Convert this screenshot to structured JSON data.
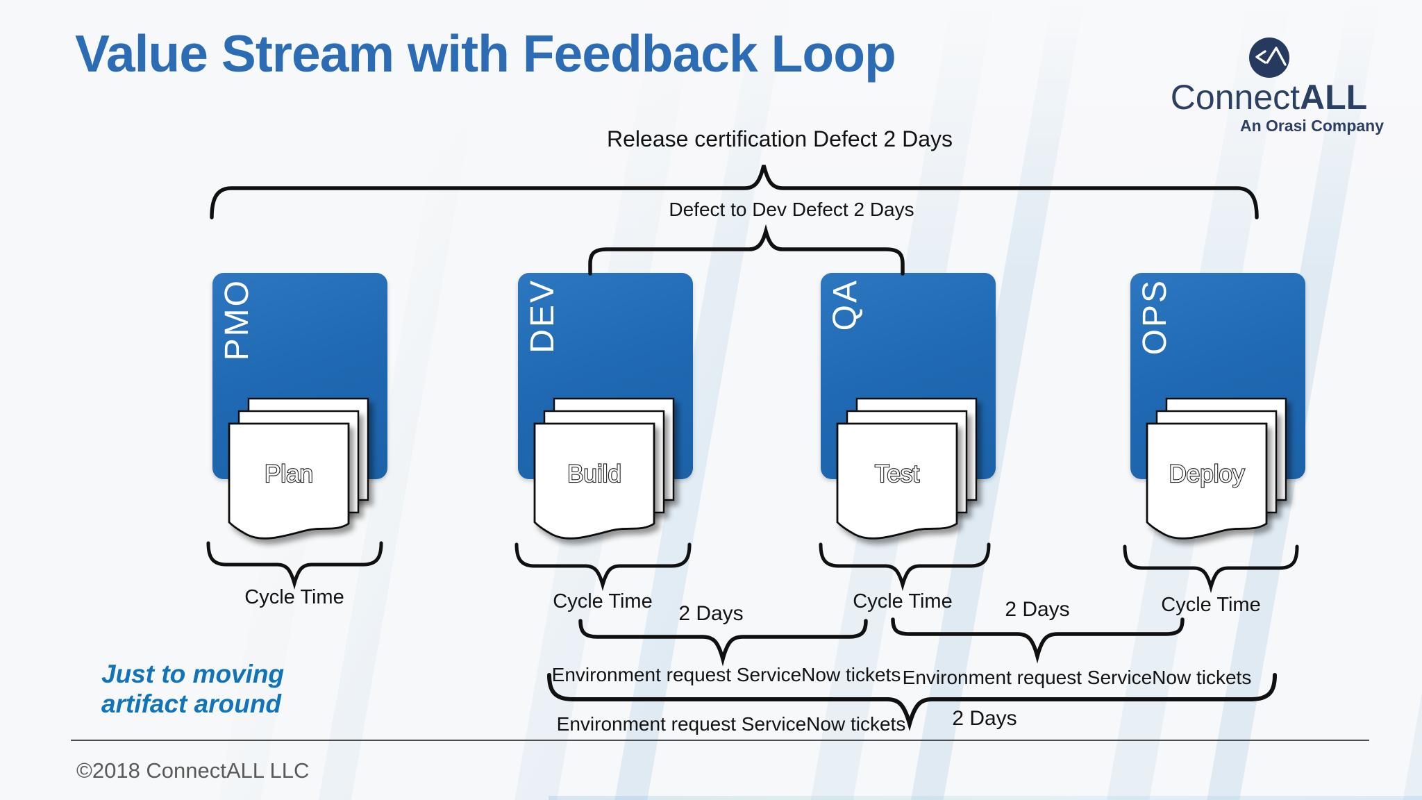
{
  "slide": {
    "title": "Value Stream with Feedback Loop",
    "annotation_line1": "Just to moving",
    "annotation_line2": "artifact around",
    "copyright": "©2018 ConnectALL LLC"
  },
  "logo": {
    "name_prefix": "Connect",
    "name_suffix": "ALL",
    "tagline": "An Orasi Company"
  },
  "feedback_loops": {
    "release_certification": "Release certification Defect 2 Days",
    "defect_to_dev": "Defect to Dev Defect 2 Days"
  },
  "stages": [
    {
      "label": "PMO",
      "artifact": "Plan",
      "cycle_label": "Cycle Time"
    },
    {
      "label": "DEV",
      "artifact": "Build",
      "cycle_label": "Cycle Time"
    },
    {
      "label": "QA",
      "artifact": "Test",
      "cycle_label": "Cycle Time"
    },
    {
      "label": "OPS",
      "artifact": "Deploy",
      "cycle_label": "Cycle Time"
    }
  ],
  "handoffs": [
    {
      "duration": "2 Days",
      "label": "Environment request ServiceNow tickets"
    },
    {
      "duration": "2 Days",
      "label": "Environment request ServiceNow tickets"
    },
    {
      "duration": "2 Days",
      "label": "Environment request ServiceNow tickets"
    }
  ],
  "colors": {
    "title_blue": "#2b6cb4",
    "box_blue": "#2069b3",
    "logo_navy": "#263a5f",
    "annotation_blue": "#1173ba",
    "brace_black": "#101010"
  }
}
